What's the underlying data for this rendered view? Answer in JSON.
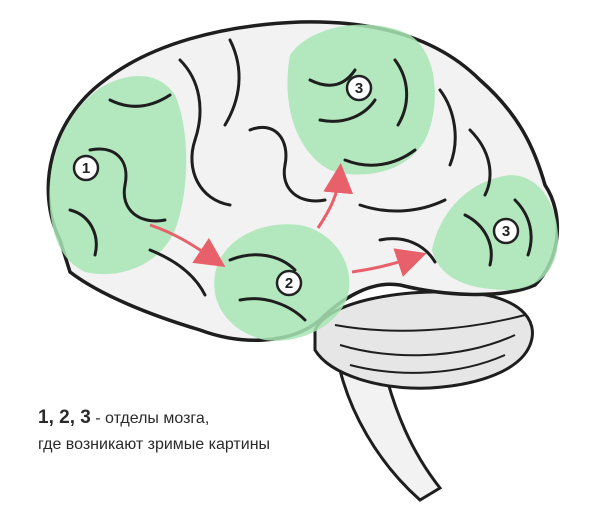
{
  "caption": {
    "numbers": "1, 2, 3",
    "line1_rest": " - отделы мозга,",
    "line2": "где возникают зримые картины"
  },
  "regions": [
    {
      "label": "1"
    },
    {
      "label": "2"
    },
    {
      "label": "3"
    },
    {
      "label": "3"
    }
  ],
  "colors": {
    "region_fill": "#a8e6b5",
    "arrow": "#e8606a",
    "outline": "#1e1e1e",
    "cerebellum": "#e6e6e6",
    "brain": "#f2f2f2"
  }
}
